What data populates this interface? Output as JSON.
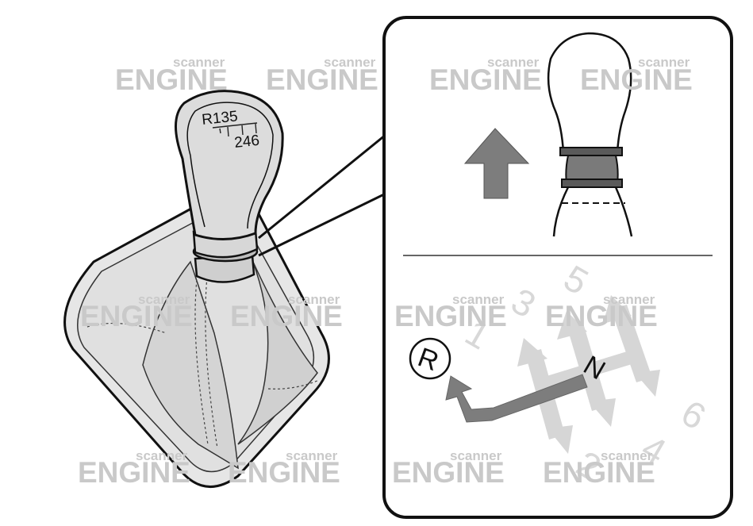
{
  "knob_pattern": {
    "top_row": "R135",
    "bottom_row": "246"
  },
  "shift_gate": {
    "reverse": "R",
    "neutral": "N",
    "gears": [
      "1",
      "2",
      "3",
      "4",
      "5",
      "6"
    ]
  },
  "watermark": {
    "main": "ENGINE",
    "sub": "scanner"
  },
  "colors": {
    "arrow_dark": "#7d7d7d",
    "arrow_light": "#d6d6d6",
    "boot": "#e2e2e2",
    "knob": "#dcdcdc",
    "outline": "#111111"
  }
}
